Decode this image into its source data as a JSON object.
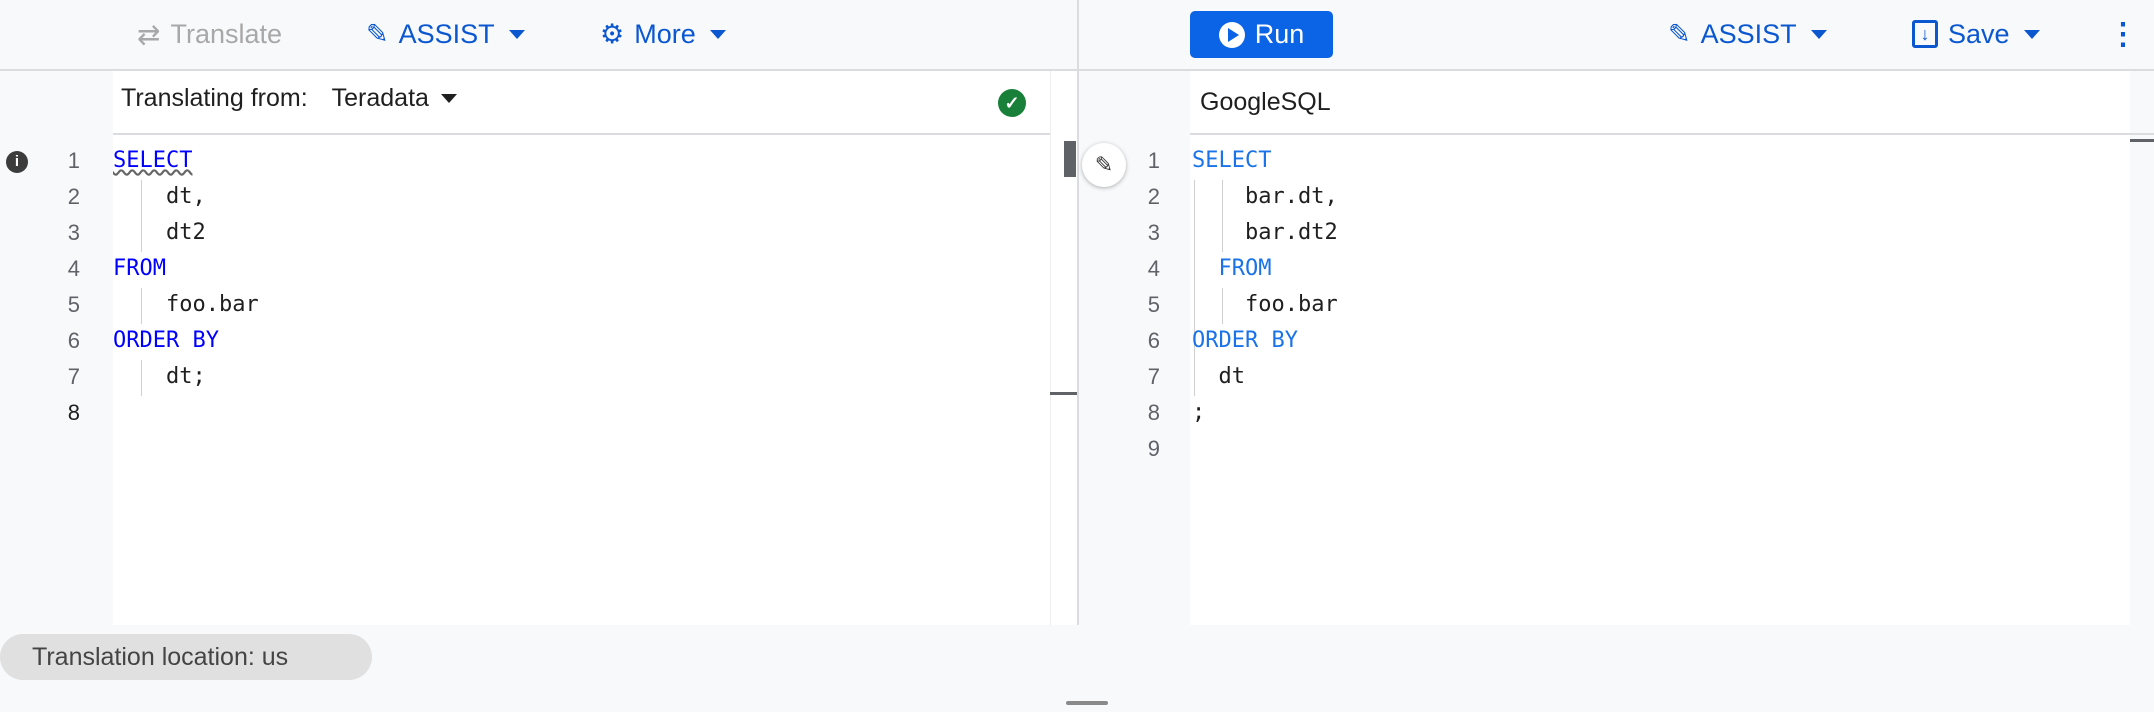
{
  "left_toolbar": {
    "translate_label": "Translate",
    "assist_label": "ASSIST",
    "more_label": "More"
  },
  "right_toolbar": {
    "run_label": "Run",
    "assist_label": "ASSIST",
    "save_label": "Save"
  },
  "source": {
    "translating_from_label": "Translating from:",
    "dialect": "Teradata",
    "status": "valid",
    "lines": [
      {
        "n": "1",
        "kw": "SELECT",
        "text": ""
      },
      {
        "n": "2",
        "kw": "",
        "text": "    dt,"
      },
      {
        "n": "3",
        "kw": "",
        "text": "    dt2"
      },
      {
        "n": "4",
        "kw": "FROM",
        "text": ""
      },
      {
        "n": "5",
        "kw": "",
        "text": "    foo.bar"
      },
      {
        "n": "6",
        "kw": "ORDER BY",
        "text": ""
      },
      {
        "n": "7",
        "kw": "",
        "text": "    dt;"
      },
      {
        "n": "8",
        "kw": "",
        "text": ""
      }
    ]
  },
  "target": {
    "dialect_label": "GoogleSQL",
    "lines": [
      {
        "n": "1",
        "kw": "SELECT",
        "text": ""
      },
      {
        "n": "2",
        "kw": "",
        "text": "    bar.dt,"
      },
      {
        "n": "3",
        "kw": "",
        "text": "    bar.dt2"
      },
      {
        "n": "4",
        "kw": "  FROM",
        "text": ""
      },
      {
        "n": "5",
        "kw": "",
        "text": "    foo.bar"
      },
      {
        "n": "6",
        "kw": "ORDER BY",
        "text": ""
      },
      {
        "n": "7",
        "kw": "",
        "text": "  dt"
      },
      {
        "n": "8",
        "kw": "",
        "text": ";"
      },
      {
        "n": "9",
        "kw": "",
        "text": ""
      }
    ]
  },
  "footer": {
    "translation_location": "Translation location: us"
  },
  "colors": {
    "accent": "#0b57d0",
    "run_button": "#0b63e5",
    "keyword_source": "#0000ff",
    "keyword_target": "#1a73e8",
    "success": "#188038"
  }
}
